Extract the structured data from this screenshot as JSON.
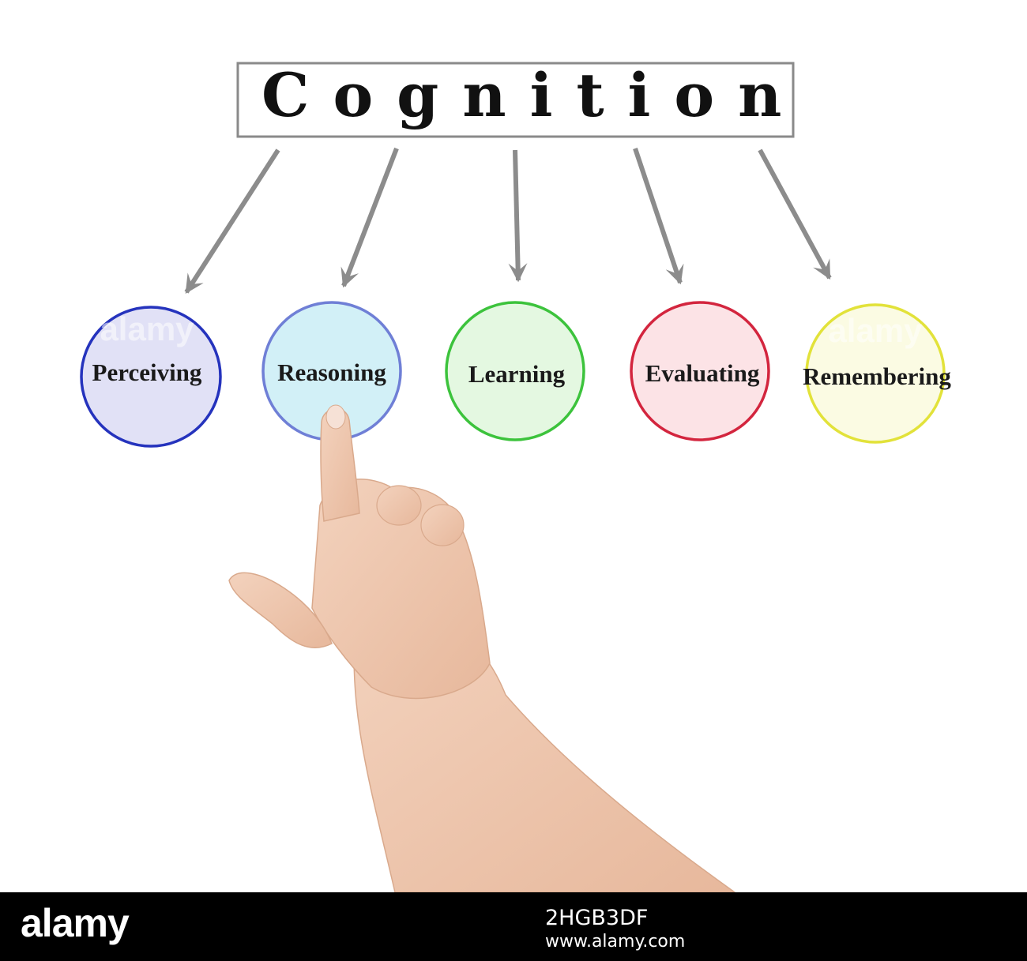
{
  "title": "Cognition",
  "nodes": [
    {
      "label": "Perceiving",
      "fill": "#e1e1f6",
      "stroke": "#2533bd"
    },
    {
      "label": "Reasoning",
      "fill": "#d2f0f7",
      "stroke": "#6f7fd6"
    },
    {
      "label": "Learning",
      "fill": "#e4f8e1",
      "stroke": "#3cc33c"
    },
    {
      "label": "Evaluating",
      "fill": "#fce3e6",
      "stroke": "#d3253e"
    },
    {
      "label": "Remembering",
      "fill": "#fbfbe3",
      "stroke": "#e2e23a"
    }
  ],
  "arrow_color": "#8c8c8c",
  "watermark": "alamy",
  "footer": {
    "logo": "alamy",
    "image_id": "2HGB3DF",
    "url": "www.alamy.com"
  }
}
